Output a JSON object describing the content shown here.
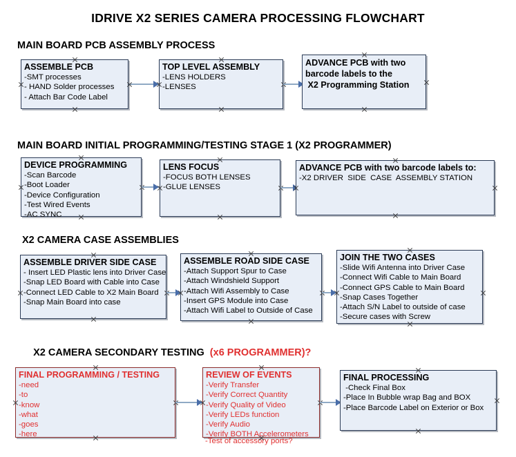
{
  "document": {
    "title": "IDRIVE X2  SERIES CAMERA PROCESSING FLOWCHART"
  },
  "colors": {
    "box_fill": "#e8eef7",
    "box_border": "#2a3a55",
    "box_border_red": "#8c2b2b",
    "connector": "#8fa9c4",
    "arrowhead": "#4a6ea9",
    "accent_red": "#e03030",
    "text": "#000000",
    "background": "#ffffff"
  },
  "sections": [
    {
      "id": "main-board-pcb-assembly",
      "heading": "MAIN BOARD PCB ASSEMBLY PROCESS",
      "heading_accent": "",
      "boxes": [
        {
          "id": "assemble-pcb",
          "title": "ASSEMBLE PCB",
          "lines": [
            "-SMT processes",
            "- HAND Solder processes",
            "- Attach Bar Code Label"
          ]
        },
        {
          "id": "top-level-assembly",
          "title": "TOP LEVEL ASSEMBLY",
          "lines": [
            "-LENS HOLDERS",
            "-LENSES"
          ]
        },
        {
          "id": "advance-pcb-x2-programming-station",
          "title": "ADVANCE PCB with two\nbarcode labels to the\n X2 Programming Station",
          "lines": []
        }
      ]
    },
    {
      "id": "main-board-initial-programming",
      "heading": "MAIN BOARD INITIAL PROGRAMMING/TESTING STAGE 1 (X2 PROGRAMMER)",
      "heading_accent": "",
      "boxes": [
        {
          "id": "device-programming",
          "title": "DEVICE PROGRAMMING",
          "lines": [
            "-Scan Barcode",
            "-Boot Loader",
            "-Device Configuration",
            "-Test Wired Events",
            "-AC SYNC"
          ]
        },
        {
          "id": "lens-focus",
          "title": "LENS FOCUS",
          "lines": [
            "-FOCUS BOTH LENSES",
            "-GLUE LENSES"
          ]
        },
        {
          "id": "advance-pcb-driver-side-case",
          "title": "ADVANCE PCB with two barcode labels to:",
          "lines": [
            "-X2 DRIVER  SIDE  CASE  ASSEMBLY STATION"
          ]
        }
      ]
    },
    {
      "id": "x2-camera-case-assemblies",
      "heading": "X2 CAMERA CASE ASSEMBLIES",
      "heading_accent": "",
      "boxes": [
        {
          "id": "assemble-driver-side-case",
          "title": "ASSEMBLE DRIVER SIDE CASE",
          "lines": [
            "- Insert LED Plastic lens into Driver Case",
            "-Snap LED Board with Cable into Case",
            "-Connect LED Cable to X2 Main Board",
            "-Snap Main Board into case"
          ]
        },
        {
          "id": "assemble-road-side-case",
          "title": "ASSEMBLE ROAD SIDE CASE",
          "lines": [
            "-Attach Support Spur to Case",
            "-Attach Windshield Support",
            "-Attach Wifi Assembly to Case",
            "-Insert GPS Module into Case",
            "-Attach Wifi Label to Outside of Case"
          ]
        },
        {
          "id": "join-the-two-cases",
          "title": "JOIN THE TWO CASES",
          "lines": [
            "-Slide Wifi Antenna into Driver Case",
            "-Connect Wifi Cable to Main Board",
            "-Connect GPS Cable to Main Board",
            "-Snap Cases Together",
            "-Attach S/N Label to outside of case",
            "-Secure cases with Screw"
          ]
        }
      ]
    },
    {
      "id": "x2-camera-secondary-testing",
      "heading": "X2 CAMERA SECONDARY TESTING  ",
      "heading_accent": "(x6 PROGRAMMER)?",
      "boxes": [
        {
          "id": "final-programming-testing",
          "title": "FINAL PROGRAMMING / TESTING",
          "lines": [
            "-need",
            "-to",
            "-know",
            "-what",
            "-goes",
            "-here"
          ]
        },
        {
          "id": "review-of-events",
          "title": "REVIEW OF EVENTS",
          "lines": [
            "-Verify Transfer",
            "-Verify Correct Quantity",
            "-Verify Quality of Video",
            "-Verify LEDs function",
            "-Verify Audio",
            "-Verify BOTH Accelerometers"
          ],
          "overflow_line": "-Test of accessory ports?"
        },
        {
          "id": "final-processing",
          "title": "FINAL PROCESSING",
          "lines": [
            " -Check Final Box",
            "-Place In Bubble wrap Bag and BOX",
            "-Place Barcode Label on Exterior or Box"
          ]
        }
      ]
    }
  ]
}
